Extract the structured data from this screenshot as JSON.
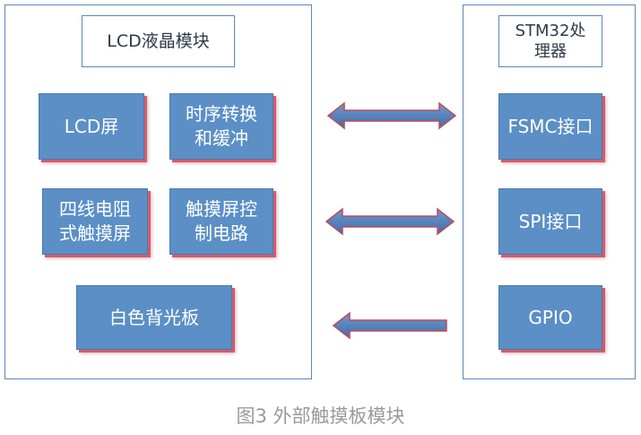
{
  "lcd_module": {
    "title": "LCD液晶模块",
    "blocks": {
      "lcd_screen": "LCD屏",
      "timing": "时序转换\n和缓冲",
      "touchscreen": "四线电阻\n式触摸屏",
      "touch_control": "触摸屏控\n制电路",
      "backlight": "白色背光板"
    }
  },
  "stm32": {
    "title": "STM32处\n理器",
    "blocks": {
      "fsmc": "FSMC接口",
      "spi": "SPI接口",
      "gpio": "GPIO"
    }
  },
  "arrows": [
    {
      "from": "lcd_module",
      "to": "fsmc",
      "direction": "bidirectional"
    },
    {
      "from": "lcd_module",
      "to": "spi",
      "direction": "bidirectional"
    },
    {
      "from": "gpio",
      "to": "lcd_module",
      "direction": "left"
    }
  ],
  "colors": {
    "block_fill": "#5b8fc6",
    "block_shadow": "#d85a6a",
    "panel_border": "#5b87b5",
    "arrow_fill": "#4f81bd"
  },
  "caption": "图3 外部触摸板模块"
}
